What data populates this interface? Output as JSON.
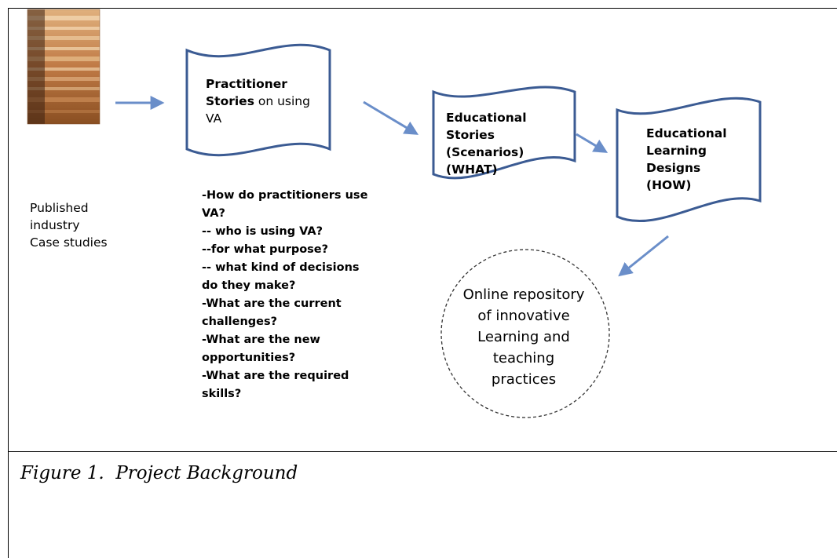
{
  "diagram": {
    "source_label": "Published\nindustry\nCase studies",
    "practitioner_stories": {
      "bold_text": "Practitioner\nStories",
      "normal_text": " on using\nVA"
    },
    "educational_stories": "Educational\nStories (Scenarios)\n(WHAT)",
    "learning_designs": "Educational\nLearning\nDesigns\n(HOW)",
    "questions": [
      "-How do practitioners use VA?",
      "-- who is using VA?",
      "--for what purpose?",
      "-- what kind of decisions do they make?",
      "-What are the current challenges?",
      "-What are the new opportunities?",
      "-What are the required skills?"
    ],
    "repository": "Online repository\nof innovative\nLearning and\nteaching\npractices",
    "colors": {
      "doc_border": "#3b5b93",
      "arrow": "#6a8ec9",
      "photo_primary": "#c8895a"
    }
  },
  "caption": "Figure 1.  Project Background"
}
